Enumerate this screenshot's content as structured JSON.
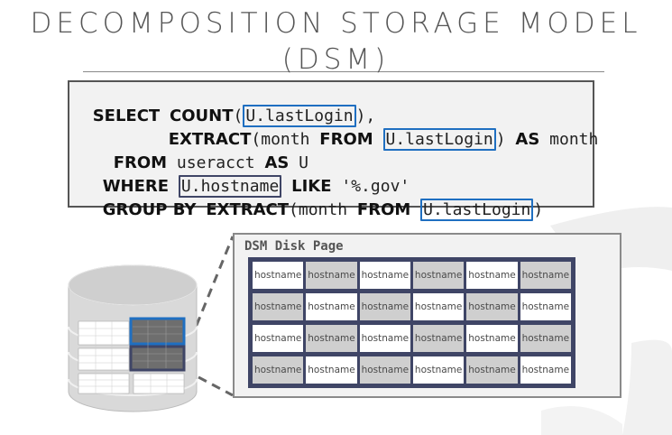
{
  "title": {
    "line1": "DECOMPOSITION STORAGE MODEL",
    "line2": "(DSM)"
  },
  "sql": {
    "line1": {
      "kw_select": "SELECT",
      "kw_count": "COUNT",
      "open_paren": "(",
      "field1": "U.lastLogin",
      "close": "),"
    },
    "line2": {
      "kw_extract": "EXTRACT",
      "text1": "(month ",
      "kw_from": "FROM",
      "field": "U.lastLogin",
      "text2": ") ",
      "kw_as": "AS",
      "text3": " month"
    },
    "line3": {
      "kw_from": "FROM",
      "text": " useracct ",
      "kw_as": "AS",
      "alias": " U"
    },
    "line4": {
      "kw_where": "WHERE",
      "field": "U.hostname",
      "kw_like": "LIKE",
      "pattern": " '%.gov'"
    },
    "line5": {
      "kw_groupby": "GROUP BY",
      "kw_extract": "EXTRACT",
      "text1": "(month ",
      "kw_from": "FROM",
      "field": "U.lastLogin",
      "close": ")"
    }
  },
  "disk_page": {
    "title": "DSM Disk Page",
    "cell_label": "hostname",
    "rows": 4,
    "cols": 6
  },
  "colors": {
    "title": "#555555",
    "highlight_blue": "#1f6fc1",
    "highlight_dark": "#3f4566",
    "grid_border": "#3f4566",
    "cell_light": "#ffffff",
    "cell_dark": "#cfcfcf"
  },
  "icons": [
    "database-icon"
  ]
}
